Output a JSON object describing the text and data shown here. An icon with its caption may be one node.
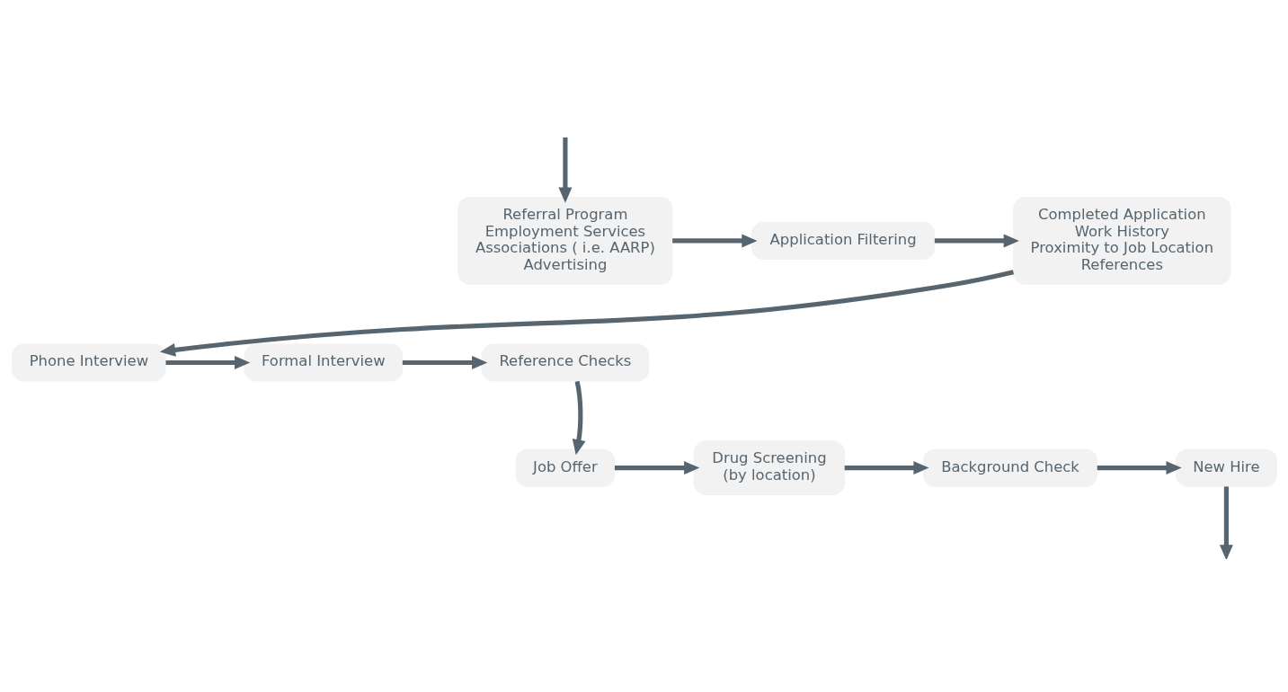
{
  "diagram": {
    "nodes": [
      {
        "text": [
          "Referral Program",
          "Employment Services",
          "Associations ( i.e. AARP)",
          "Advertising"
        ]
      },
      {
        "text": [
          "Application Filtering"
        ]
      },
      {
        "text": [
          "Completed Application",
          "Work History",
          "Proximity to Job Location",
          "References"
        ]
      },
      {
        "text": [
          "Phone Interview"
        ]
      },
      {
        "text": [
          "Formal Interview"
        ]
      },
      {
        "text": [
          "Reference Checks"
        ]
      },
      {
        "text": [
          "Job Offer"
        ]
      },
      {
        "text": [
          "Drug Screening",
          "(by location)"
        ]
      },
      {
        "text": [
          "Background Check"
        ]
      },
      {
        "text": [
          "New Hire"
        ]
      }
    ],
    "edges": [
      {
        "from": null,
        "to": 0,
        "arrow": "to"
      },
      {
        "from": 0,
        "to": 1,
        "arrow": "to"
      },
      {
        "from": 1,
        "to": 2,
        "arrow": "to"
      },
      {
        "from": 2,
        "to": 3,
        "arrow": "to"
      },
      {
        "from": 3,
        "to": 4,
        "arrow": "to"
      },
      {
        "from": 4,
        "to": 5,
        "arrow": "to"
      },
      {
        "from": 5,
        "to": 6,
        "arrow": "to"
      },
      {
        "from": 6,
        "to": 7,
        "arrow": "to"
      },
      {
        "from": 7,
        "to": 8,
        "arrow": "to"
      },
      {
        "from": 8,
        "to": 9,
        "arrow": "to"
      },
      {
        "from": 9,
        "to": null,
        "arrow": "to"
      }
    ]
  }
}
